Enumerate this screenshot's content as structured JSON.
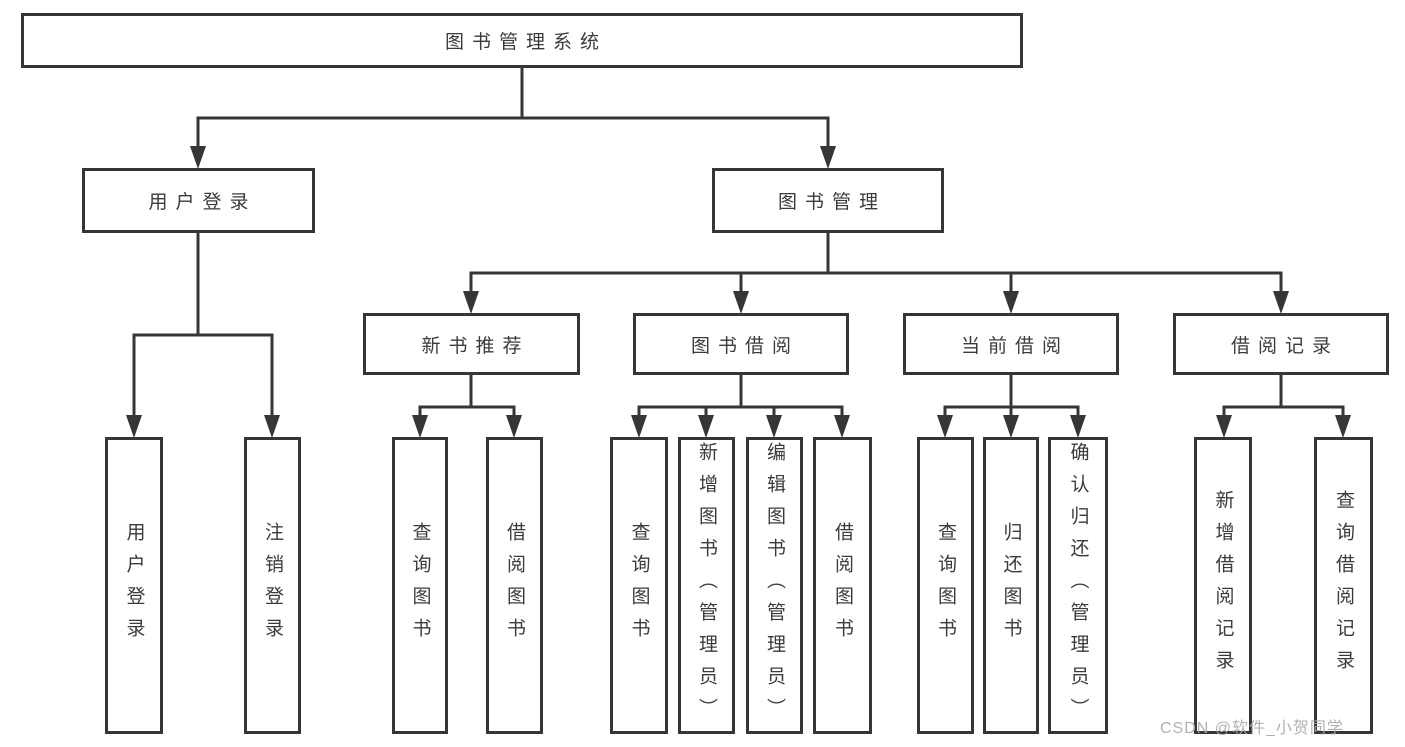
{
  "diagram": {
    "root": {
      "label": "图书管理系统"
    },
    "level2": [
      {
        "label": "用户登录"
      },
      {
        "label": "图书管理"
      }
    ],
    "level3": [
      {
        "label": "新书推荐",
        "parent": "图书管理"
      },
      {
        "label": "图书借阅",
        "parent": "图书管理"
      },
      {
        "label": "当前借阅",
        "parent": "图书管理"
      },
      {
        "label": "借阅记录",
        "parent": "图书管理"
      }
    ],
    "leaves": [
      {
        "label": "用户登录",
        "parent": "用户登录"
      },
      {
        "label": "注销登录",
        "parent": "用户登录"
      },
      {
        "label": "查询图书",
        "parent": "新书推荐"
      },
      {
        "label": "借阅图书",
        "parent": "新书推荐"
      },
      {
        "label": "查询图书",
        "parent": "图书借阅"
      },
      {
        "label": "新增图书（管理员）",
        "parent": "图书借阅"
      },
      {
        "label": "编辑图书（管理员）",
        "parent": "图书借阅"
      },
      {
        "label": "借阅图书",
        "parent": "图书借阅"
      },
      {
        "label": "查询图书",
        "parent": "当前借阅"
      },
      {
        "label": "归还图书",
        "parent": "当前借阅"
      },
      {
        "label": "确认归还（管理员）",
        "parent": "当前借阅"
      },
      {
        "label": "新增借阅记录",
        "parent": "借阅记录"
      },
      {
        "label": "查询借阅记录",
        "parent": "借阅记录"
      }
    ],
    "watermark": "CSDN @软件_小贺同学",
    "colors": {
      "line": "#363636",
      "box_border": "#363636",
      "text": "#3b3b3b",
      "watermark": "#a8a8a8",
      "background": "#ffffff"
    }
  }
}
